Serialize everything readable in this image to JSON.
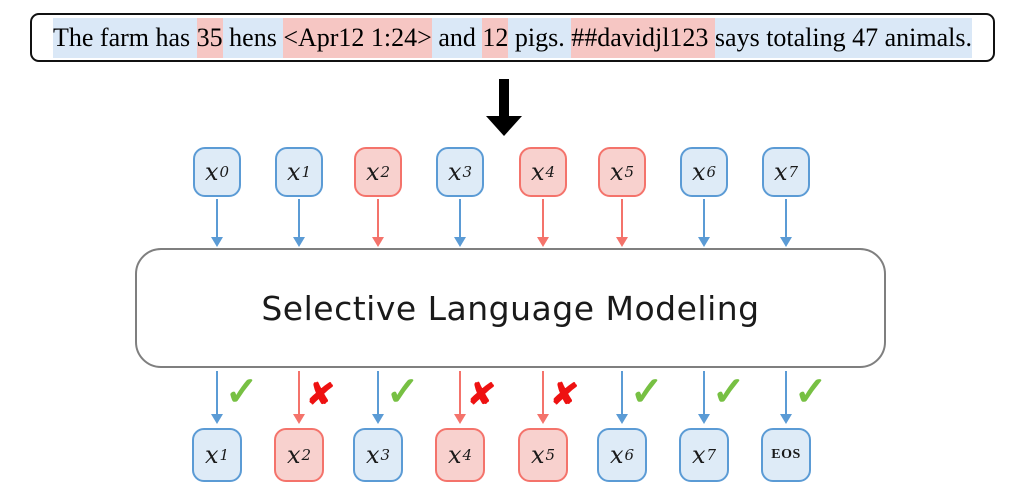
{
  "colors": {
    "blue_border": "#5B9BD5",
    "blue_fill": "#DEEBF7",
    "red_border": "#F4736B",
    "red_fill": "#F8D1CE",
    "hl_blue": "#DAE8F7",
    "hl_red": "#F6C6C3",
    "check_green": "#77C043",
    "cross_red": "#EE1111",
    "gray_border": "#7F7F7F"
  },
  "sentence": {
    "segments": [
      {
        "text": "The farm has ",
        "type": "blue"
      },
      {
        "text": "35",
        "type": "red"
      },
      {
        "text": " hens ",
        "type": "blue"
      },
      {
        "text": "<Apr12 1:24>",
        "type": "red"
      },
      {
        "text": " and ",
        "type": "blue"
      },
      {
        "text": "12",
        "type": "red"
      },
      {
        "text": " pigs. ",
        "type": "blue"
      },
      {
        "text": "##davidjl123 ",
        "type": "red"
      },
      {
        "text": "says totaling 47 animals.",
        "type": "blue"
      }
    ]
  },
  "model": {
    "label": "Selective Language Modeling"
  },
  "input_tokens": [
    {
      "base": "x",
      "sub": "0",
      "type": "blue"
    },
    {
      "base": "x",
      "sub": "1",
      "type": "blue"
    },
    {
      "base": "x",
      "sub": "2",
      "type": "red"
    },
    {
      "base": "x",
      "sub": "3",
      "type": "blue"
    },
    {
      "base": "x",
      "sub": "4",
      "type": "red"
    },
    {
      "base": "x",
      "sub": "5",
      "type": "red"
    },
    {
      "base": "x",
      "sub": "6",
      "type": "blue"
    },
    {
      "base": "x",
      "sub": "7",
      "type": "blue"
    }
  ],
  "output_tokens": [
    {
      "base": "x",
      "sub": "1",
      "type": "blue",
      "mark": "check"
    },
    {
      "base": "x",
      "sub": "2",
      "type": "red",
      "mark": "cross"
    },
    {
      "base": "x",
      "sub": "3",
      "type": "blue",
      "mark": "check"
    },
    {
      "base": "x",
      "sub": "4",
      "type": "red",
      "mark": "cross"
    },
    {
      "base": "x",
      "sub": "5",
      "type": "red",
      "mark": "cross"
    },
    {
      "base": "x",
      "sub": "6",
      "type": "blue",
      "mark": "check"
    },
    {
      "base": "x",
      "sub": "7",
      "type": "blue",
      "mark": "check"
    },
    {
      "base": "EOS",
      "sub": "",
      "type": "blue",
      "mark": "check"
    }
  ],
  "icons": {
    "check": "✓",
    "cross": "✘",
    "down_arrow": "▼"
  }
}
